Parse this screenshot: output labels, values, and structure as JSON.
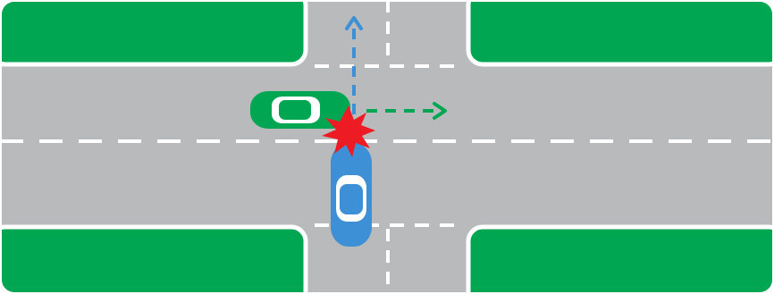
{
  "colors": {
    "road": "#b9babc",
    "grass": "#00a651",
    "curb": "#ffffff",
    "lane_marking": "#ffffff",
    "green_car": "#00a651",
    "blue_car": "#3d8fd6",
    "collision": "#ed1c24",
    "green_arrow": "#00a651",
    "blue_arrow": "#3d8fd6",
    "window": "#ffffff"
  },
  "vehicles": [
    {
      "name": "green-car",
      "heading": "east"
    },
    {
      "name": "blue-car",
      "heading": "north"
    }
  ],
  "paths": [
    {
      "name": "green-car-path-arrow",
      "direction": "east",
      "style": "dashed"
    },
    {
      "name": "blue-car-path-arrow",
      "direction": "north",
      "style": "dashed"
    }
  ],
  "icons": {
    "collision": "collision-starburst-icon"
  }
}
